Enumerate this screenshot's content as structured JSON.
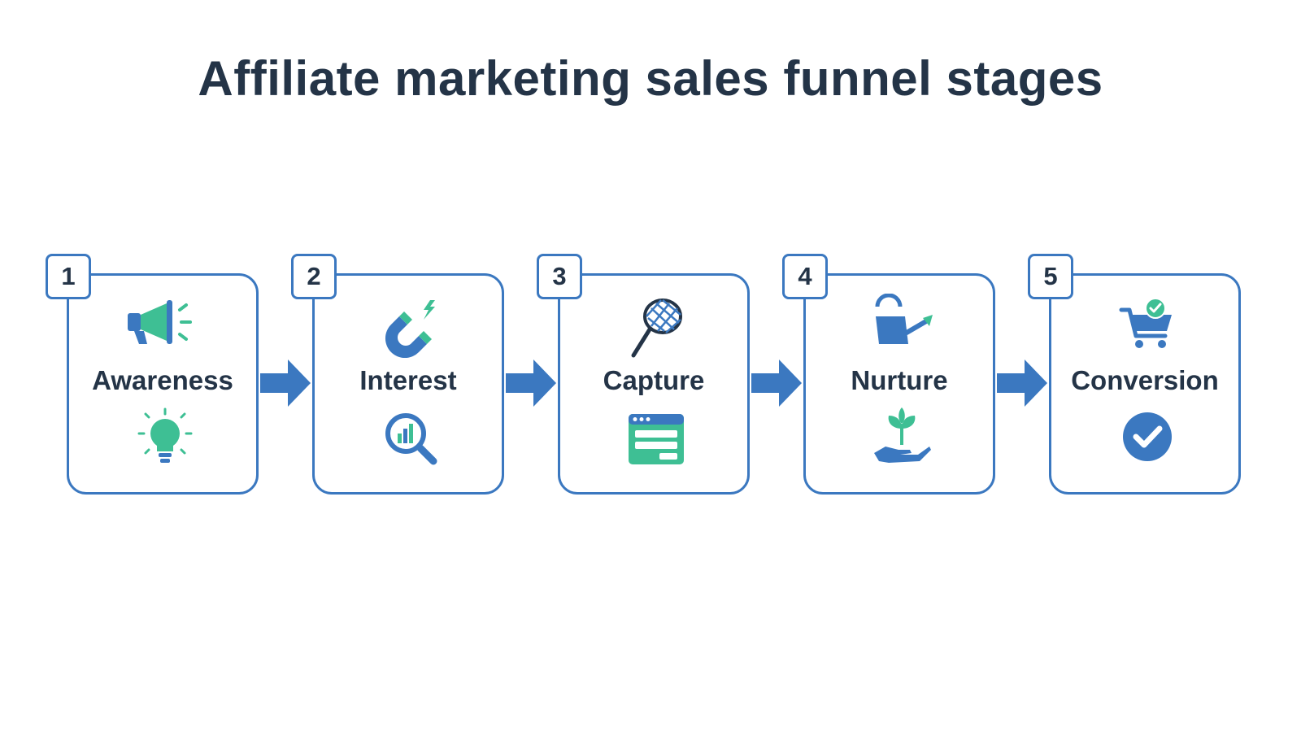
{
  "title": "Affiliate marketing sales funnel stages",
  "colors": {
    "border": "#3b78c0",
    "blue": "#3b78c0",
    "green": "#3ebf94",
    "text": "#243447"
  },
  "stages": [
    {
      "number": "1",
      "label": "Awareness",
      "top_icon": "megaphone-icon",
      "bottom_icon": "lightbulb-icon"
    },
    {
      "number": "2",
      "label": "Interest",
      "top_icon": "magnet-icon",
      "bottom_icon": "magnifier-chart-icon"
    },
    {
      "number": "3",
      "label": "Capture",
      "top_icon": "net-icon",
      "bottom_icon": "web-form-icon"
    },
    {
      "number": "4",
      "label": "Nurture",
      "top_icon": "watering-can-icon",
      "bottom_icon": "hand-sprout-icon"
    },
    {
      "number": "5",
      "label": "Conversion",
      "top_icon": "cart-check-icon",
      "bottom_icon": "checkmark-circle-icon"
    }
  ]
}
